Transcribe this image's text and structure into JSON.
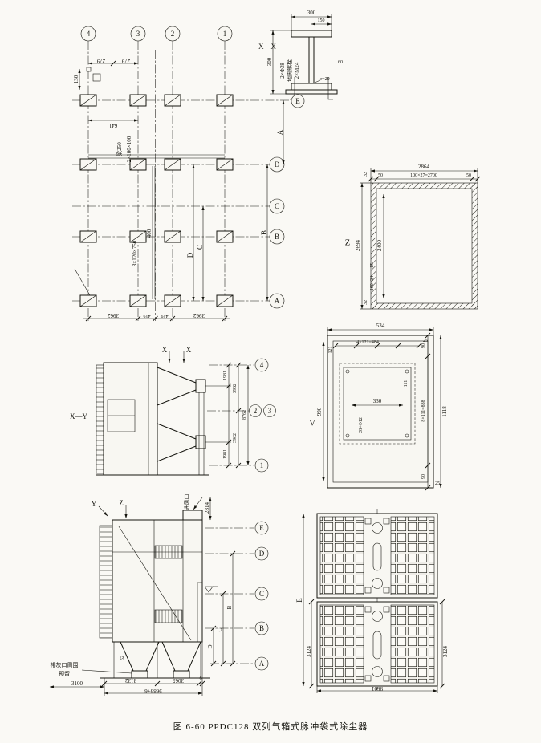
{
  "caption": "图 6-60  PPDC128 双列气箱式脉冲袋式除尘器",
  "plan": {
    "axis_top_4": "4",
    "axis_top_3": "3",
    "axis_top_2": "2",
    "axis_top_1": "1",
    "axis_d": "D",
    "axis_c": "C",
    "axis_b": "B",
    "axis_a": "A",
    "dim_279_a": "279",
    "dim_279_b": "279",
    "dim_130": "130",
    "dim_641": "641",
    "beam_label": "梁250",
    "beam_size": "2×100×100",
    "dim_400": "400",
    "channel": "8×120×750",
    "dim_a": "A",
    "dim_b": "B",
    "dim_c": "C",
    "dim_d": "D",
    "dim_3962_l": "3962",
    "dim_419_l": "419",
    "dim_419_r": "419",
    "dim_3962_r": "3962"
  },
  "beam_detail": {
    "title": "X—X",
    "dim_300_top": "300",
    "dim_150": "150",
    "dim_300_left": "300",
    "dim_60": "60",
    "bolt_line1": "2×Φ38",
    "bolt_line2": "地脚螺栓",
    "bolt_line3": "2×M24",
    "fillet": "r=20",
    "axis_e": "E"
  },
  "section_z": {
    "label": "Z",
    "dim_2864": "2864",
    "dim_32_top": "32",
    "dim_50_l": "50",
    "dim_run": "100×27=2700",
    "dim_50_r": "50",
    "dim_2694": "2694",
    "dim_2400": "2400",
    "dim_15": "15",
    "dim_100x24": "100×24",
    "dim_32_bottom": "32"
  },
  "side_view": {
    "title": "X—Y",
    "cut_x1": "X",
    "cut_x2": "X",
    "axis_4": "4",
    "axis_2": "2",
    "axis_3": "3",
    "axis_1": "1",
    "dim_1981_top": "1981",
    "dim_3962_top": "3962",
    "dim_8762": "8762",
    "dim_1981_bot": "1981",
    "dim_3962_bot": "3962"
  },
  "view_v": {
    "label": "V",
    "dim_534": "534",
    "dim_4x121": "4×121=484",
    "dim_121": "121",
    "dim_25_top": "25",
    "dim_990": "990",
    "dim_1118": "1118",
    "dim_8x111": "8×111=888",
    "dim_90_top": "90",
    "dim_90_bot": "90",
    "dim_25_bot": "25",
    "dim_330": "330",
    "holes": "28×Φ12",
    "dim_111": "111"
  },
  "elevation": {
    "cut_y": "Y",
    "cut_z": "Z",
    "inlet": "进风口",
    "dim_2814": "2814",
    "axis_e": "E",
    "axis_d": "D",
    "axis_c": "C",
    "axis_b": "B",
    "axis_a": "A",
    "dim_b": "B",
    "dim_c": "C",
    "dim_d": "D",
    "dim_52": "52",
    "note_line1": "排灰口周围",
    "note_line2": "预留",
    "dim_3100": "3100",
    "dim_3132": "3132",
    "dim_3065": "3065",
    "dim_6": "6",
    "dim_total": "9686+6"
  },
  "top_view": {
    "dim_e": "E",
    "dim_3124_l": "3124",
    "dim_3124_r": "3124",
    "dim_9601": "9601"
  }
}
